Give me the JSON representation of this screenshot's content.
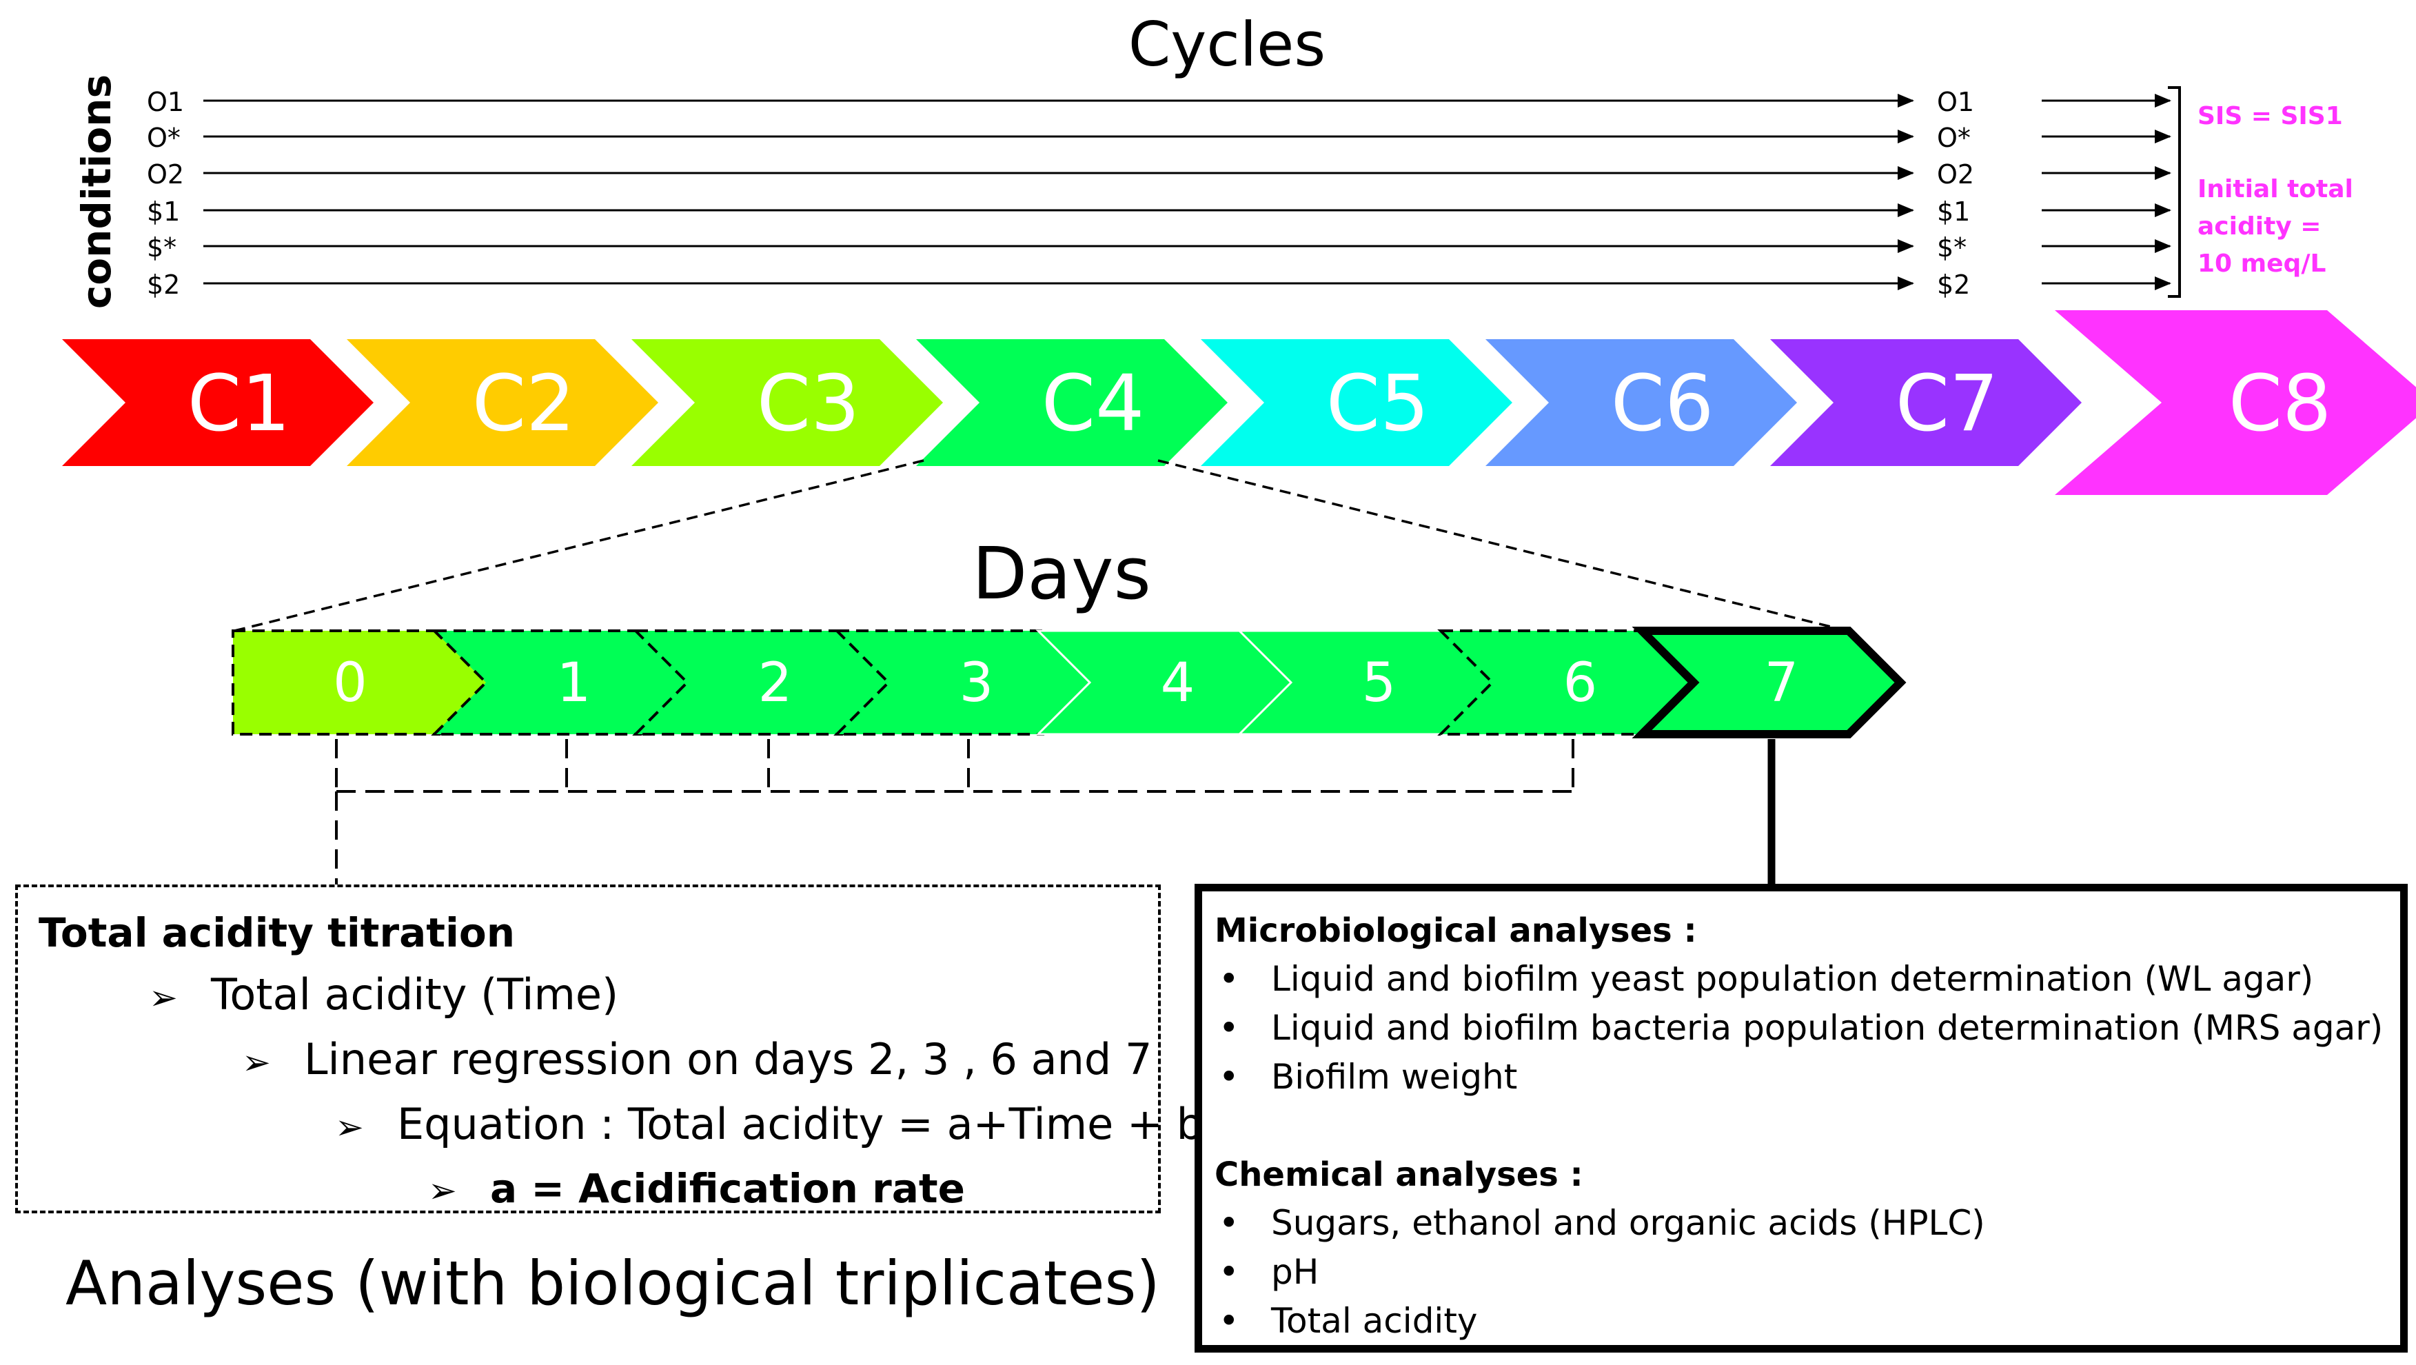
{
  "cycles_title": "Cycles",
  "days_title": "Days",
  "conditions_label": "conditions",
  "conditions": [
    "O1",
    "O*",
    "O2",
    "$1",
    "$*",
    "$2"
  ],
  "cycles": [
    {
      "label": "C1",
      "color": "#ff0000"
    },
    {
      "label": "C2",
      "color": "#ffcc00"
    },
    {
      "label": "C3",
      "color": "#99ff00"
    },
    {
      "label": "C4",
      "color": "#00ff55"
    },
    {
      "label": "C5",
      "color": "#00ffee"
    },
    {
      "label": "C6",
      "color": "#6699ff"
    },
    {
      "label": "C7",
      "color": "#9933ff"
    },
    {
      "label": "C8",
      "color": "#ff33ff"
    }
  ],
  "final_note": {
    "line1": "SIS = SIS1",
    "line2": "Initial total",
    "line3": "acidity =",
    "line4": "10 meq/L",
    "color": "#ff33ff"
  },
  "days": [
    "0",
    "1",
    "2",
    "3",
    "4",
    "5",
    "6",
    "7"
  ],
  "day_colors": {
    "first": "#99ff00",
    "rest": "#00ff55"
  },
  "acidity_box": {
    "title": "Total acidity titration",
    "line1": "Total acidity (Time)",
    "line2": "Linear regression on days 2, 3 , 6 and 7",
    "line3": "Equation : Total acidity  = a+Time + b",
    "line4": "a = Acidification rate",
    "arrow_glyph": "➢"
  },
  "analyses_box": {
    "micro_title": "Microbiological  analyses :",
    "micro_items": [
      "Liquid and biofilm yeast population determination (WL agar)",
      "Liquid and biofilm bacteria population determination (MRS agar)",
      "Biofilm weight"
    ],
    "chem_title": "Chemical analyses :",
    "chem_items": [
      "Sugars, ethanol and organic acids (HPLC)",
      "pH",
      "Total acidity"
    ],
    "bullet": "•"
  },
  "footer": "Analyses (with biological triplicates)"
}
